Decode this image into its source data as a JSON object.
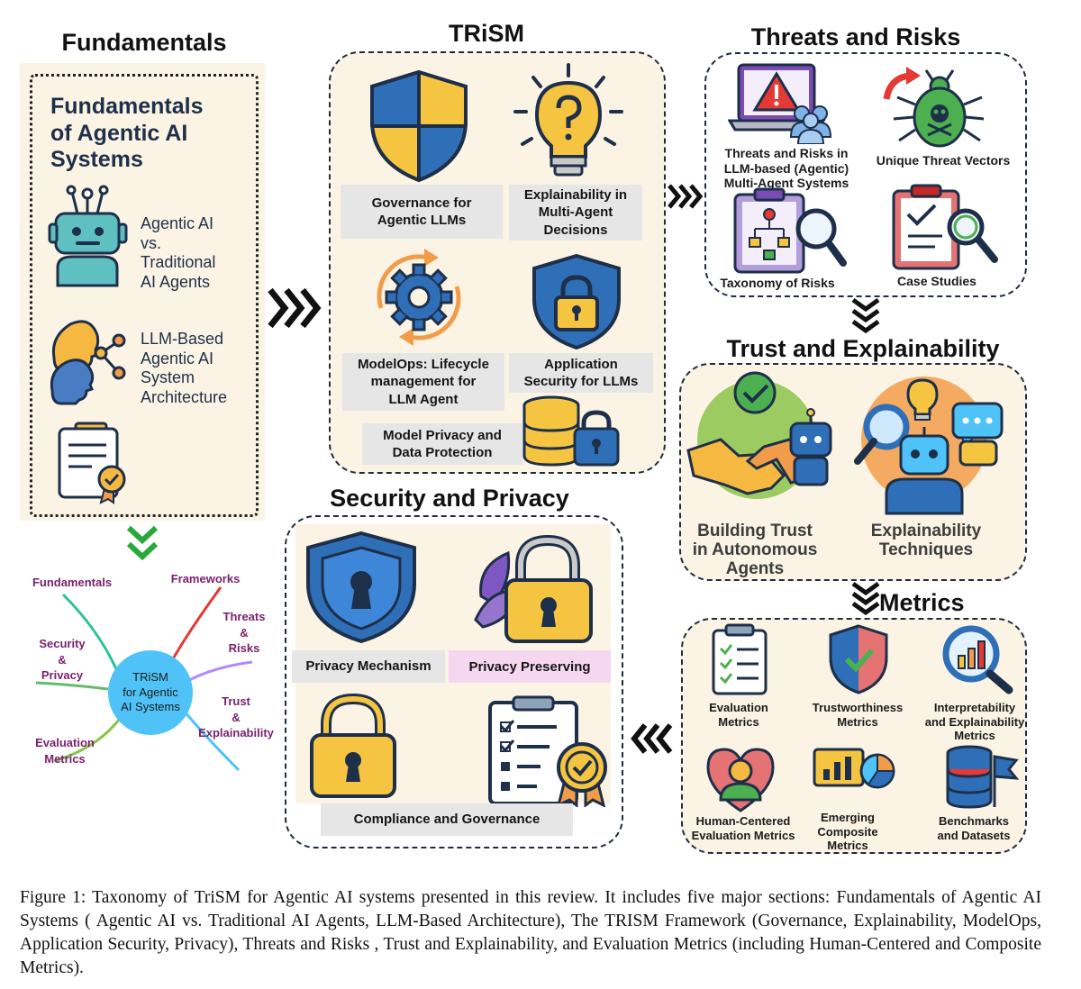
{
  "fundamentals": {
    "heading": "Fundamentals",
    "title_lines": [
      "Fundamentals",
      "of Agentic AI",
      "Systems"
    ],
    "item1_lines": [
      "Agentic AI",
      "vs.",
      "Traditional",
      "AI Agents"
    ],
    "item2_lines": [
      "LLM-Based",
      "Agentic AI",
      "System",
      "Architecture"
    ]
  },
  "trism": {
    "heading": "TRiSM",
    "governance_lines": [
      "Governance for",
      "Agentic LLMs"
    ],
    "explainability_lines": [
      "Explainability in",
      "Multi-Agent",
      "Decisions"
    ],
    "modelops_lines": [
      "ModelOps: Lifecycle",
      "management for",
      "LLM Agent"
    ],
    "appsec_lines": [
      "Application",
      "Security for LLMs"
    ],
    "privacy_lines": [
      "Model Privacy and",
      "Data Protection"
    ]
  },
  "threats": {
    "heading": "Threats and Risks",
    "item1_lines": [
      "Threats and Risks in",
      "LLM-based (Agentic)",
      "Multi-Agent Systems"
    ],
    "item2": "Unique Threat Vectors",
    "item3": "Taxonomy of Risks",
    "item4": "Case Studies"
  },
  "trust": {
    "heading": "Trust and Explainability",
    "item1_lines": [
      "Building Trust",
      "in Autonomous",
      "Agents"
    ],
    "item2_lines": [
      "Explainability",
      "Techniques"
    ]
  },
  "metrics": {
    "heading": "Metrics",
    "item1_lines": [
      "Evaluation",
      "Metrics"
    ],
    "item2_lines": [
      "Trustworthiness",
      "Metrics"
    ],
    "item3_lines": [
      "Interpretability",
      "and Explainability",
      "Metrics"
    ],
    "item4_lines": [
      "Human-Centered",
      "Evaluation Metrics"
    ],
    "item5_lines": [
      "Emerging",
      "Composite",
      "Metrics"
    ],
    "item6_lines": [
      "Benchmarks",
      "and Datasets"
    ]
  },
  "security": {
    "heading": "Security and Privacy",
    "item1": "Privacy Mechanism",
    "item2": "Privacy Preserving",
    "item3": "Compliance and Governance"
  },
  "mindmap": {
    "center_lines": [
      "TRiSM",
      "for Agentic",
      "AI Systems"
    ],
    "fundamentals": "Fundamentals",
    "frameworks": "Frameworks",
    "threats_lines": [
      "Threats",
      "&",
      "Risks"
    ],
    "security_lines": [
      "Security",
      "&",
      "Privacy"
    ],
    "trust_lines": [
      "Trust",
      "&",
      "Explainability"
    ],
    "evaluation_lines": [
      "Evaluation",
      "Metrics"
    ]
  },
  "caption": "Figure 1: Taxonomy of TriSM for Agentic AI systems presented in this review. It includes five major sections: Fundamentals of Agentic AI Systems ( Agentic AI vs. Traditional AI Agents, LLM-Based Architecture), The TRISM Framework (Governance, Explainability, ModelOps, Application Security, Privacy), Threats and Risks , Trust and Explainability, and Evaluation Metrics (including Human-Centered and Composite Metrics).",
  "colors": {
    "panel": "#fbf4e4",
    "border": "#1f2c3f",
    "gray_label": "#e6e6e6",
    "pink_label": "#f6d7f1",
    "mindmap_center": "#4fc3f7",
    "mindmap_text": "#7a1f6e",
    "arrow_green": "#27a83a"
  }
}
